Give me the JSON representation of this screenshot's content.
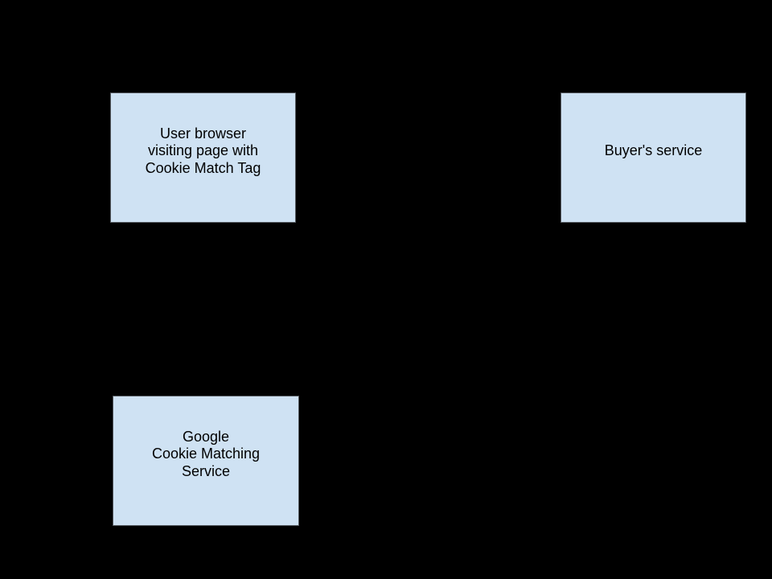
{
  "canvas": {
    "background_color": "#000000"
  },
  "diagram": {
    "type": "flow-diagram",
    "node_fill_color": "#cfe2f3",
    "node_border_color": "#555a60",
    "text_color": "#000000",
    "nodes": [
      {
        "id": "user-browser",
        "lines": [
          "User browser",
          "visiting page with",
          "Cookie Match Tag"
        ]
      },
      {
        "id": "buyers-service",
        "lines": [
          "Buyer's service"
        ]
      },
      {
        "id": "google-cookie-matching-service",
        "lines": [
          "Google",
          "Cookie Matching",
          "Service"
        ]
      }
    ]
  }
}
